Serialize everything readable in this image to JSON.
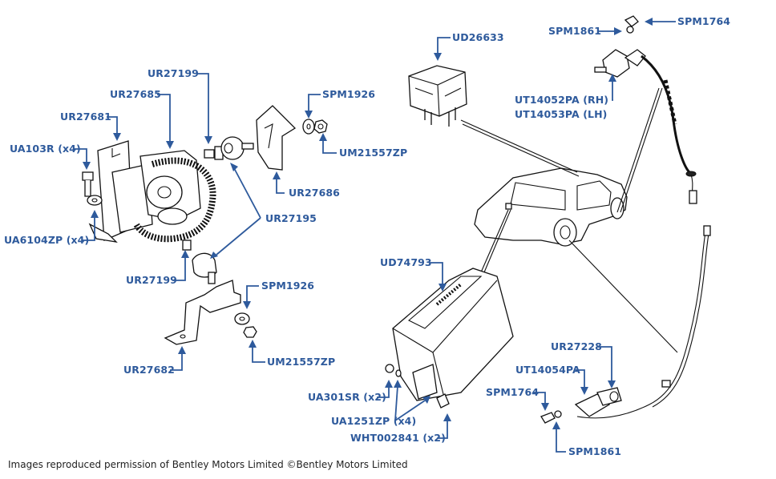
{
  "diagram": {
    "title": "Bentley parts diagram – height control / level sensor components",
    "brand_color": "#2e5a9c",
    "labels": {
      "ur27199_top": "UR27199",
      "ur27685": "UR27685",
      "ur27681": "UR27681",
      "ua103r": "UA103R (x4)",
      "ua6104zp": "UA6104ZP (x4)",
      "spm1926_top": "SPM1926",
      "um21557zp_top": "UM21557ZP",
      "ur27686": "UR27686",
      "ur27195": "UR27195",
      "ur27199_bottom": "UR27199",
      "spm1926_bottom": "SPM1926",
      "um21557zp_bottom": "UM21557ZP",
      "ur27682": "UR27682",
      "ud26633": "UD26633",
      "spm1861_top": "SPM1861",
      "spm1764_top": "SPM1764",
      "ut14052pa": "UT14052PA (RH)",
      "ut14053pa": "UT14053PA (LH)",
      "ud74793": "UD74793",
      "ua301sr": "UA301SR (x2)",
      "ua1251zp": "UA1251ZP (x4)",
      "wht002841": "WHT002841 (x2)",
      "ur27228": "UR27228",
      "ut14054pa": "UT14054PA",
      "spm1764_bottom": "SPM1764",
      "spm1861_bottom": "SPM1861"
    },
    "credit": "Images reproduced permission of Bentley Motors Limited ©Bentley Motors Limited"
  }
}
